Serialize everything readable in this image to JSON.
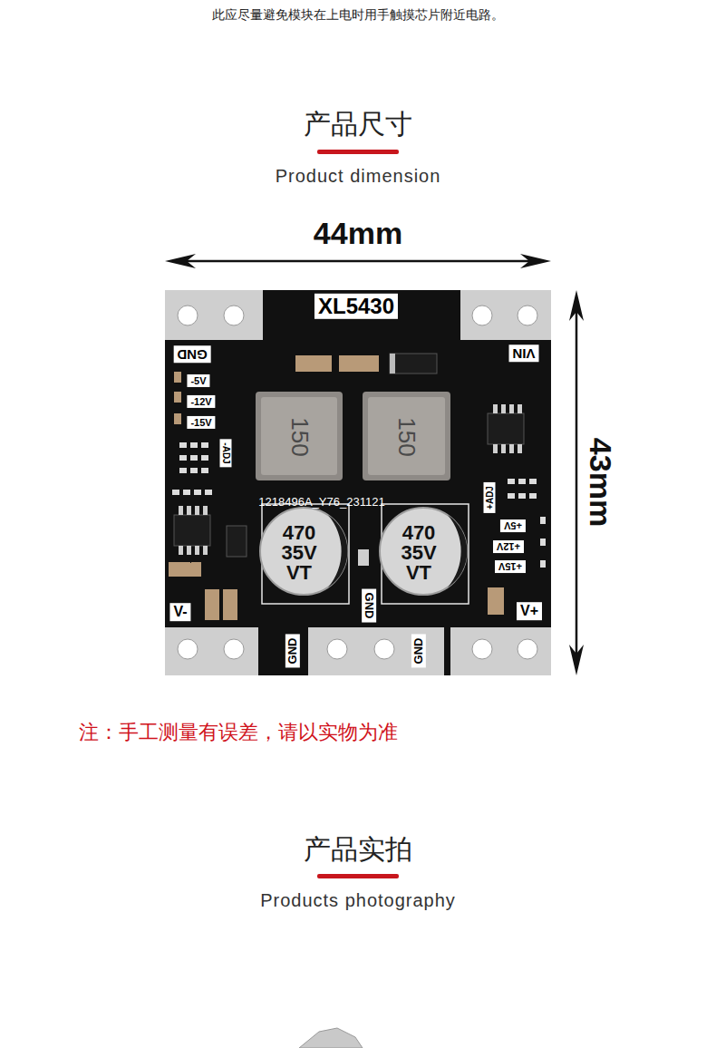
{
  "diagram": {
    "title": "产品尺寸",
    "nodes": [
      {
        "text": [
          "XL5430"
        ]
      },
      {
        "text": [
          "GND"
        ]
      },
      {
        "text": [
          "VIN"
        ]
      },
      {
        "text": [
          "-5V"
        ]
      },
      {
        "text": [
          "-12V"
        ]
      },
      {
        "text": [
          "-15V"
        ]
      },
      {
        "text": [
          "-ADJ"
        ]
      },
      {
        "text": [
          "+ADJ"
        ]
      },
      {
        "text": [
          "+5V"
        ]
      },
      {
        "text": [
          "+12V"
        ]
      },
      {
        "text": [
          "+15V"
        ]
      },
      {
        "text": [
          "GND"
        ]
      },
      {
        "text": [
          "V-"
        ]
      },
      {
        "text": [
          "V+"
        ]
      },
      {
        "text": [
          "GND"
        ]
      },
      {
        "text": [
          "GND"
        ]
      }
    ],
    "labels": [
      "此应尽量避免模块在上电时用手触摸芯片附近电路。",
      "Product dimension",
      "44mm",
      "43mm",
      "注：手工测量有误差，请以实物为准",
      "产品实拍",
      "Products photography",
      "1218496A_Y76_231121",
      "150",
      "150",
      "470 35V VT",
      "470 35V VT"
    ]
  }
}
